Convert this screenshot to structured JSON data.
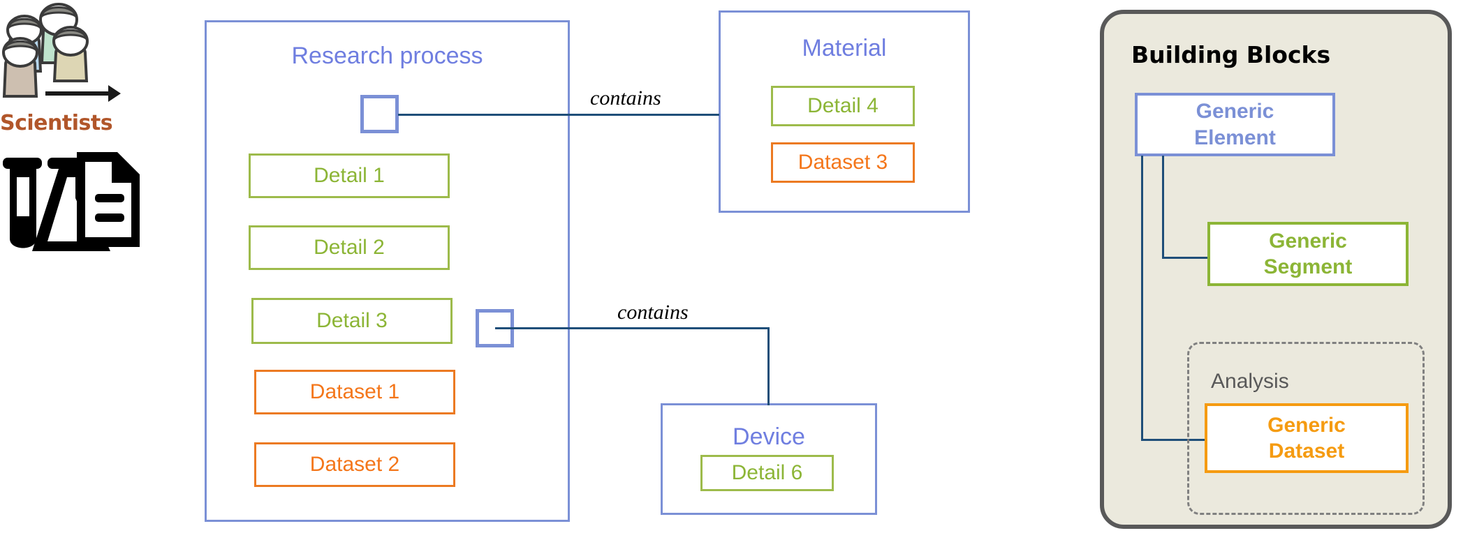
{
  "diagram": {
    "actor": {
      "label": "Scientists",
      "people_icon": "people-group-icon",
      "arrow_icon": "right-arrow-icon",
      "lab_icon": "test-tube-flask-document-icon"
    },
    "entities": [
      {
        "id": "research-process",
        "title": "Research process",
        "children": [
          {
            "type": "detail",
            "label": "Detail 1"
          },
          {
            "type": "detail",
            "label": "Detail 2"
          },
          {
            "type": "detail",
            "label": "Detail 3"
          },
          {
            "type": "dataset",
            "label": "Dataset 1"
          },
          {
            "type": "dataset",
            "label": "Dataset 2"
          }
        ]
      },
      {
        "id": "material",
        "title": "Material",
        "children": [
          {
            "type": "detail",
            "label": "Detail 4"
          },
          {
            "type": "dataset",
            "label": "Dataset 3"
          }
        ]
      },
      {
        "id": "device",
        "title": "Device",
        "children": [
          {
            "type": "detail",
            "label": "Detail 6"
          }
        ]
      }
    ],
    "connections": [
      {
        "id": "research-to-material",
        "label": "contains",
        "from": "research-process",
        "to": "material"
      },
      {
        "id": "detail3-to-device",
        "label": "contains",
        "from": "detail-3",
        "to": "device"
      }
    ]
  },
  "legend": {
    "title": "Building Blocks",
    "generic_element": "Generic\nElement",
    "generic_segment": "Generic\nSegment",
    "analysis_label": "Analysis",
    "generic_dataset": "Generic\nDataset"
  },
  "colors": {
    "element_blue": "#7b90d6",
    "segment_green": "#8cb536",
    "dataset_orange": "#f4761a",
    "legend_dataset_orange": "#f59b11",
    "connector_navy": "#1f4e79",
    "panel_background": "#ebe9dd",
    "panel_border": "#595959",
    "scientists_label": "#b1562a"
  }
}
